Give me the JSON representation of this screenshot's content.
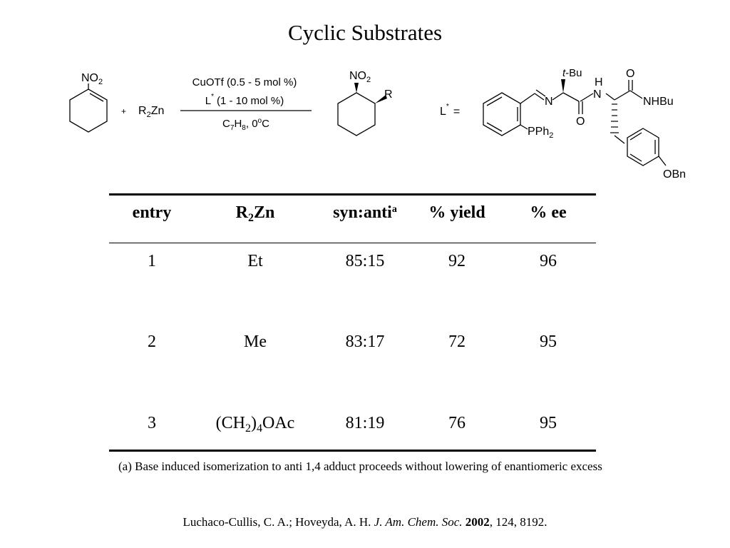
{
  "title": "Cyclic Substrates",
  "scheme": {
    "substrate_label": "NO",
    "substrate_label_sub": "2",
    "plus": "+",
    "reagent_r": "R",
    "reagent_r_sub": "2",
    "reagent_zn": "Zn",
    "condition_1": "CuOTf (0.5 - 5 mol %)",
    "condition_2_l": "L",
    "condition_2_star": "*",
    "condition_2_rest": "(1 - 10 mol %)",
    "condition_3_c": "C",
    "condition_3_c_sub": "7",
    "condition_3_h": "H",
    "condition_3_h_sub": "8",
    "condition_3_temp": ", 0",
    "condition_3_deg": "o",
    "condition_3_unit": "C",
    "product_no": "NO",
    "product_no_sub": "2",
    "product_r": "R",
    "ligand_l": "L",
    "ligand_star": "*",
    "ligand_eq": "=",
    "tbu_t": "t",
    "tbu_rest": "-Bu",
    "atom_h": "H",
    "atom_n1": "N",
    "atom_n2": "N",
    "atom_o1": "O",
    "atom_o2": "O",
    "nhbu": "NHBu",
    "pph": "PPh",
    "pph_sub": "2",
    "obn": "OBn"
  },
  "table": {
    "headers": {
      "entry": "entry",
      "r2zn_r": "R",
      "r2zn_sub": "2",
      "r2zn_zn": "Zn",
      "synanti": "syn:anti",
      "synanti_sup": "a",
      "yield": "% yield",
      "ee": "% ee"
    },
    "rows": [
      {
        "entry": "1",
        "r2zn_text": "Et",
        "r2zn_pre": "",
        "r2zn_sub1": "",
        "r2zn_sub2": "",
        "r2zn_post": "",
        "synanti": "85:15",
        "yield": "92",
        "ee": "96"
      },
      {
        "entry": "2",
        "r2zn_text": "Me",
        "r2zn_pre": "",
        "r2zn_sub1": "",
        "r2zn_sub2": "",
        "r2zn_post": "",
        "synanti": "83:17",
        "yield": "72",
        "ee": "95"
      },
      {
        "entry": "3",
        "r2zn_text": "",
        "r2zn_pre": "(CH",
        "r2zn_sub1": "2",
        "r2zn_mid": ")",
        "r2zn_sub2": "4",
        "r2zn_post": "OAc",
        "synanti": "81:19",
        "yield": "76",
        "ee": "95"
      }
    ]
  },
  "footnote": "(a) Base induced isomerization to anti 1,4 adduct proceeds without lowering of enantiomeric excess",
  "citation": {
    "authors": "Luchaco-Cullis, C. A.; Hoveyda, A. H. ",
    "journal": "J. Am. Chem. Soc.",
    "year": "2002",
    "rest": ", 124, 8192."
  }
}
